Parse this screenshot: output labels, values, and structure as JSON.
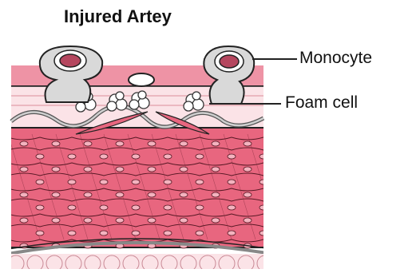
{
  "title": "Injured Artey",
  "labels": {
    "monocyte": "Monocyte",
    "foam_cell": "Foam cell"
  },
  "colors": {
    "tissue_pink": "#e8667f",
    "light_pink": "#f6c7cf",
    "pale_pink": "#fbe3e7",
    "cell_gray": "#d9d9d9",
    "nucleus": "#b5475f",
    "outline": "#222222"
  }
}
